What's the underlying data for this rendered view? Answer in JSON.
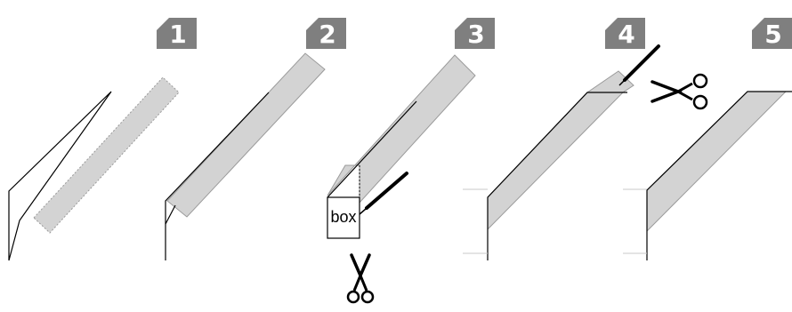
{
  "colors": {
    "badge": "#7f7f7f",
    "badge_text": "#ffffff",
    "tape": "#d3d3d3",
    "outline": "#000000"
  },
  "steps": [
    {
      "number": "1"
    },
    {
      "number": "2"
    },
    {
      "number": "3",
      "box_label": "box"
    },
    {
      "number": "4"
    },
    {
      "number": "5"
    }
  ],
  "icons": [
    "scissors-icon",
    "scissors-icon",
    "pencil-icon",
    "pencil-icon"
  ]
}
